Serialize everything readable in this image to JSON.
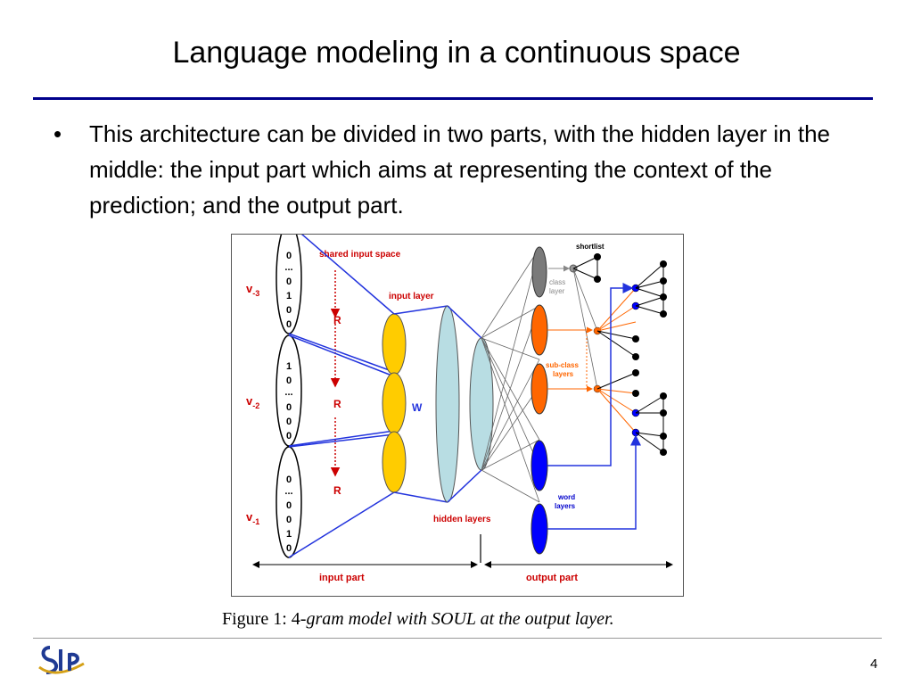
{
  "slide": {
    "title": "Language modeling in a continuous space",
    "bullets": [
      "This architecture can be divided in two parts, with the hidden layer in the middle: the input part which aims at representing the context of the prediction; and the output part."
    ],
    "page_number": "4",
    "bullet_glyph": "•"
  },
  "logo": {
    "text": "SLP",
    "color": "#1f3a93",
    "accent": "#d4a017"
  },
  "figure": {
    "caption_prefix": "Figure 1: 4-",
    "caption_italic": "gram model with SOUL at the output layer.",
    "labels": {
      "shared_input_space": "shared input space",
      "input_layer": "input layer",
      "shortlist": "shortlist",
      "class_layer_1": "class",
      "class_layer_2": "layer",
      "sub_class_1": "sub-class",
      "sub_class_2": "layers",
      "word_layers_1": "word",
      "word_layers_2": "layers",
      "hidden_layers": "hidden layers",
      "input_part": "input part",
      "output_part": "output part",
      "W": "W",
      "R": "R",
      "v3": "v",
      "v3_sub": "-3",
      "v2": "v",
      "v2_sub": "-2",
      "v1": "v",
      "v1_sub": "-1"
    },
    "vectors": [
      [
        "0",
        "...",
        "0",
        "1",
        "0",
        "0"
      ],
      [
        "1",
        "0",
        "...",
        "0",
        "0",
        "0"
      ],
      [
        "0",
        "...",
        "0",
        "0",
        "1",
        "0"
      ]
    ],
    "colors": {
      "red": "#cc0000",
      "blue": "#0000cc",
      "line_blue": "#2233dd",
      "yellow": "#ffcc00",
      "cyan": "#b8dde3",
      "orange": "#ff6600",
      "gray": "#7a7a7a",
      "word_blue": "#0000ff"
    }
  }
}
